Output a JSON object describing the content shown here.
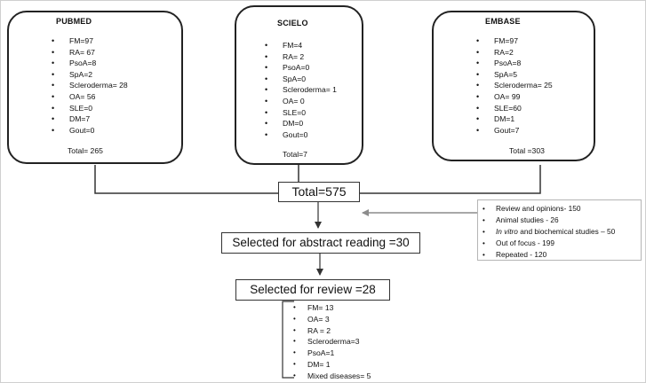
{
  "sources": [
    {
      "title": "PUBMED",
      "items": [
        "FM=97",
        "RA= 67",
        "PsoA=8",
        "SpA=2",
        "Scleroderma= 28",
        "OA= 56",
        "SLE=0",
        "DM=7",
        "Gout=0"
      ],
      "total": "Total= 265"
    },
    {
      "title": "SCIELO",
      "items": [
        "FM=4",
        "RA= 2",
        "PsoA=0",
        "SpA=0",
        "Scleroderma= 1",
        "OA= 0",
        "SLE=0",
        "DM=0",
        "Gout=0"
      ],
      "total": "Total=7"
    },
    {
      "title": "EMBASE",
      "items": [
        "FM=97",
        "RA=2",
        "PsoA=8",
        "SpA=5",
        "Scleroderma= 25",
        "OA= 99",
        "SLE=60",
        "DM=1",
        "Gout=7"
      ],
      "total": "Total =303"
    }
  ],
  "total_box": "Total=575",
  "abstract_box": "Selected for abstract reading =30",
  "review_box": "Selected for review =28",
  "excluded": {
    "items": [
      {
        "text": "Review and opinions-  150"
      },
      {
        "text": "Animal studies - 26"
      },
      {
        "italic": "In vitro",
        "text": " and biochemical studies – 50"
      },
      {
        "text": "Out of focus - 199"
      },
      {
        "text": "Repeated - 120"
      }
    ]
  },
  "final": {
    "items": [
      "FM= 13",
      "OA= 3",
      "RA = 2",
      "Scleroderma=3",
      "PsoA=1",
      "DM= 1",
      "Mixed diseases= 5"
    ]
  },
  "colors": {
    "box_border": "#222222",
    "arrow_gray": "#8c8c8c",
    "connector": "#333333"
  }
}
